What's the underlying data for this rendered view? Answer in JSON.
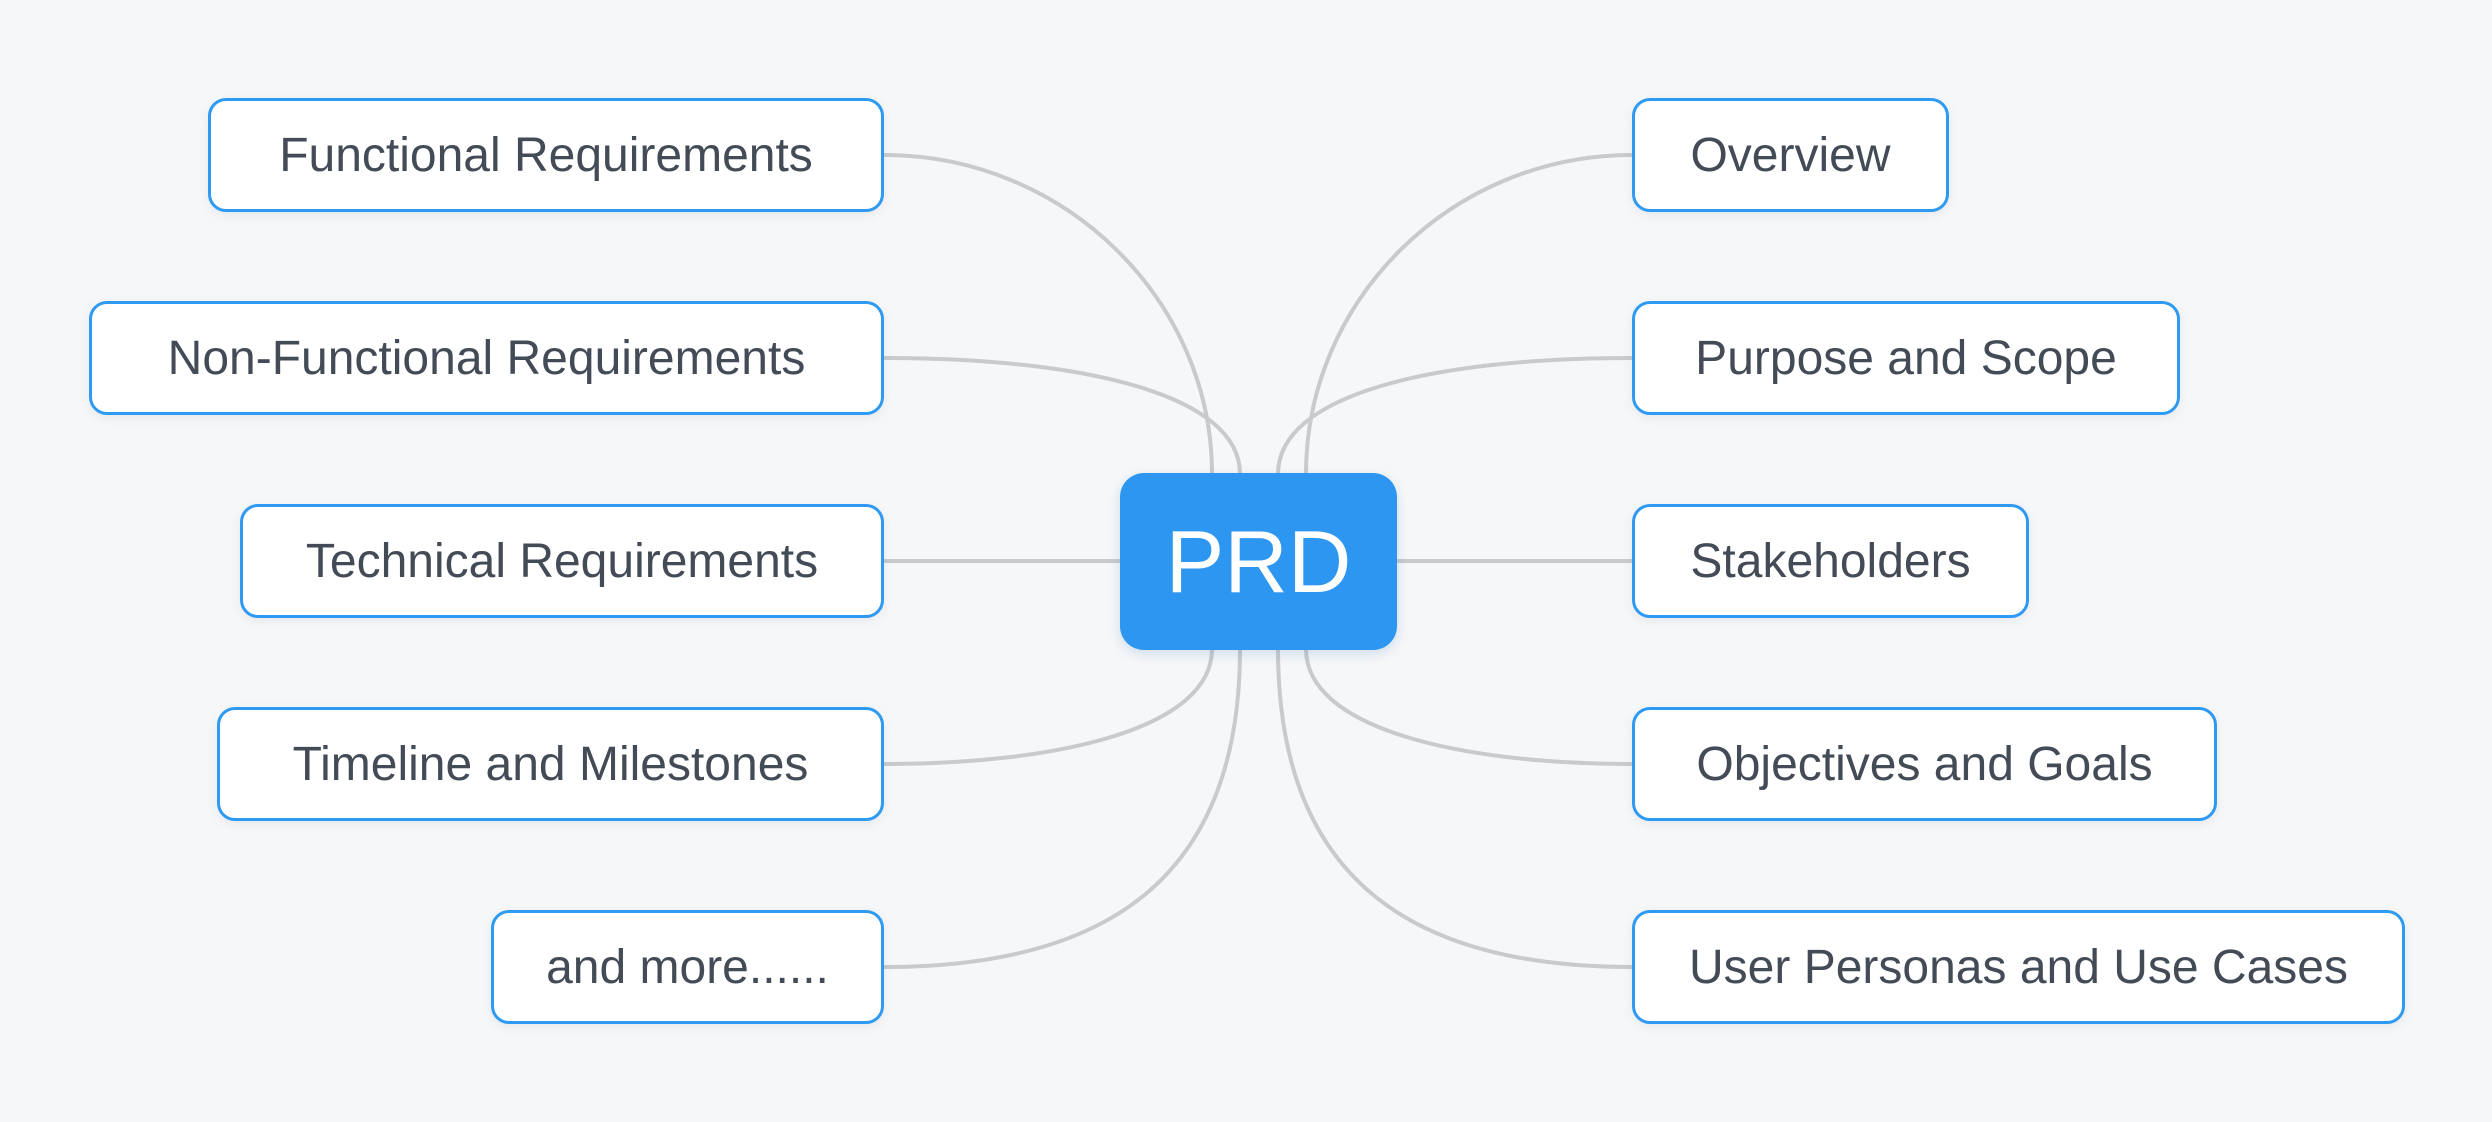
{
  "diagram": {
    "type": "mindmap",
    "center": {
      "label": "PRD"
    },
    "branches": {
      "left": [
        {
          "label": "Functional Requirements"
        },
        {
          "label": "Non-Functional Requirements"
        },
        {
          "label": "Technical Requirements"
        },
        {
          "label": "Timeline and Milestones"
        },
        {
          "label": "and more......"
        }
      ],
      "right": [
        {
          "label": "Overview"
        },
        {
          "label": "Purpose and Scope"
        },
        {
          "label": "Stakeholders"
        },
        {
          "label": "Objectives and Goals"
        },
        {
          "label": "User Personas and Use Cases"
        }
      ]
    },
    "colors": {
      "canvas_background": "#f6f7f8",
      "center_fill": "#2d96f0",
      "center_text": "#ffffff",
      "node_fill": "#ffffff",
      "node_border": "#2e9af2",
      "node_text": "#434b57",
      "connector": "#c9cacc"
    }
  }
}
